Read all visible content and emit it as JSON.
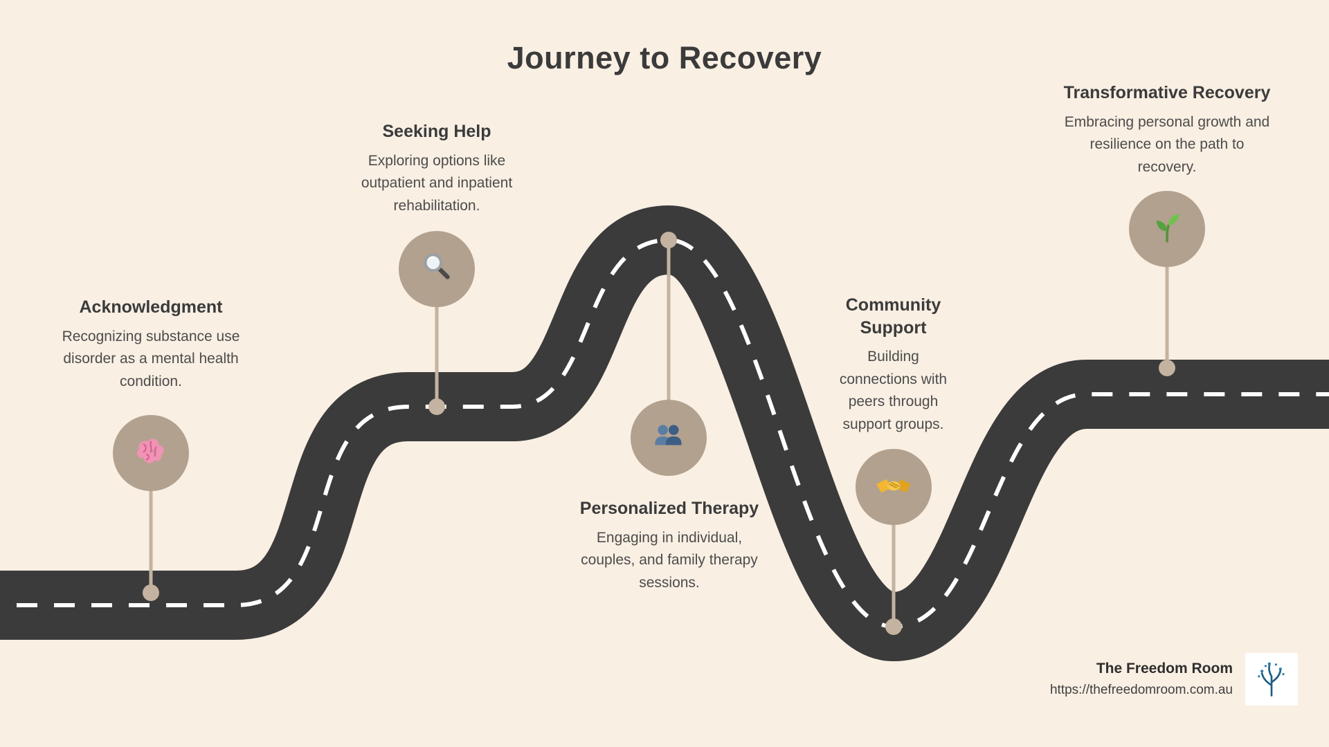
{
  "page": {
    "title": "Journey to Recovery"
  },
  "colors": {
    "background": "#f9efe3",
    "road": "#3b3b3b",
    "road_dash": "#ffffff",
    "milestone_circle": "#b2a18e",
    "connector": "#c4b3a0",
    "heading_text": "#3b3b3b",
    "body_text": "#4c4c4c"
  },
  "milestones": [
    {
      "title": "Acknowledgment",
      "description": "Recognizing substance use disorder as a mental health condition.",
      "icon": "brain-icon"
    },
    {
      "title": "Seeking Help",
      "description": "Exploring options like outpatient and inpatient rehabilitation.",
      "icon": "magnifying-glass-icon"
    },
    {
      "title": "Personalized Therapy",
      "description": "Engaging in individual, couples, and family therapy sessions.",
      "icon": "people-icon"
    },
    {
      "title": "Community Support",
      "description": "Building connections with peers through support groups.",
      "icon": "handshake-icon"
    },
    {
      "title": "Transformative Recovery",
      "description": "Embracing personal growth and resilience on the path to recovery.",
      "icon": "seedling-icon"
    }
  ],
  "footer": {
    "brand": "The Freedom Room",
    "url": "https://thefreedomroom.com.au"
  }
}
